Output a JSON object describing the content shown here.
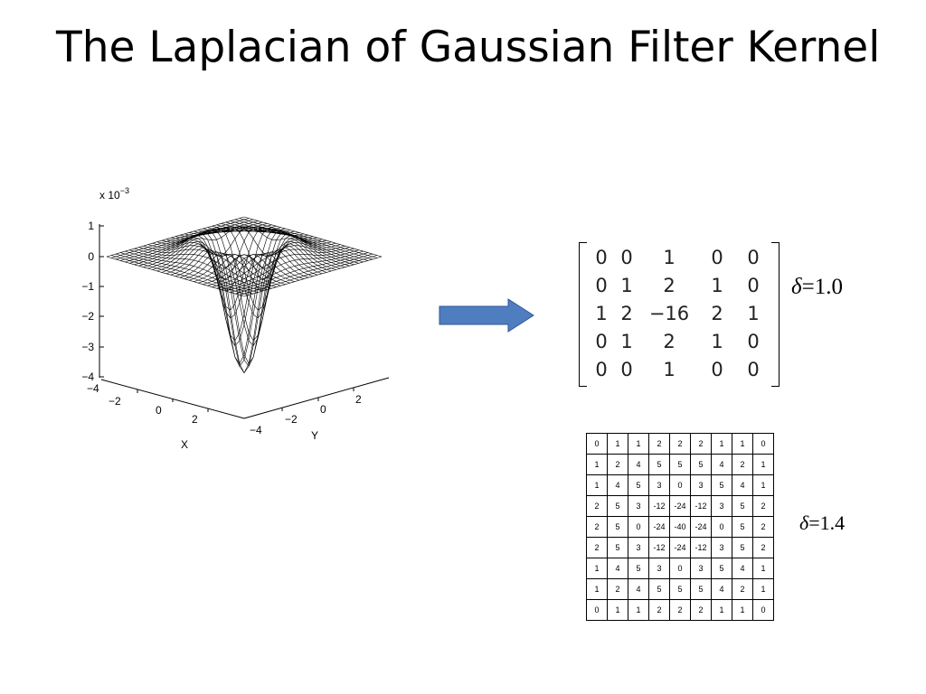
{
  "slide": {
    "title": "The Laplacian of Gaussian Filter Kernel"
  },
  "plot": {
    "exponent_label": "x 10",
    "exponent_sup": "−3",
    "z_ticks": [
      "1",
      "0",
      "−1",
      "−2",
      "−3",
      "−4"
    ],
    "x_axis_ticks": [
      "−4",
      "−2",
      "0",
      "2"
    ],
    "y_axis_ticks": [
      "−4",
      "−2",
      "0",
      "2"
    ],
    "x_label": "X",
    "y_label": "Y"
  },
  "arrow": {
    "color": "#4F7EC0",
    "stroke": "#2F5597"
  },
  "kernel_small": {
    "rows": [
      [
        "0",
        "0",
        "1",
        "0",
        "0"
      ],
      [
        "0",
        "1",
        "2",
        "1",
        "0"
      ],
      [
        "1",
        "2",
        "−16",
        "2",
        "1"
      ],
      [
        "0",
        "1",
        "2",
        "1",
        "0"
      ],
      [
        "0",
        "0",
        "1",
        "0",
        "0"
      ]
    ],
    "delta_symbol": "δ",
    "delta_value": "=1.0"
  },
  "kernel_large": {
    "rows": [
      [
        "0",
        "1",
        "1",
        "2",
        "2",
        "2",
        "1",
        "1",
        "0"
      ],
      [
        "1",
        "2",
        "4",
        "5",
        "5",
        "5",
        "4",
        "2",
        "1"
      ],
      [
        "1",
        "4",
        "5",
        "3",
        "0",
        "3",
        "5",
        "4",
        "1"
      ],
      [
        "2",
        "5",
        "3",
        "-12",
        "-24",
        "-12",
        "3",
        "5",
        "2"
      ],
      [
        "2",
        "5",
        "0",
        "-24",
        "-40",
        "-24",
        "0",
        "5",
        "2"
      ],
      [
        "2",
        "5",
        "3",
        "-12",
        "-24",
        "-12",
        "3",
        "5",
        "2"
      ],
      [
        "1",
        "4",
        "5",
        "3",
        "0",
        "3",
        "5",
        "4",
        "1"
      ],
      [
        "1",
        "2",
        "4",
        "5",
        "5",
        "5",
        "4",
        "2",
        "1"
      ],
      [
        "0",
        "1",
        "1",
        "2",
        "2",
        "2",
        "1",
        "1",
        "0"
      ]
    ],
    "delta_symbol": "δ",
    "delta_value": "=1.4"
  }
}
